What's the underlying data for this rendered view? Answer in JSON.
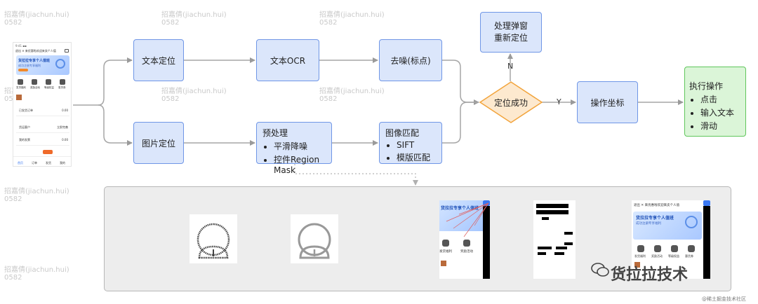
{
  "watermark": {
    "line1": "招嘉倩(jiachun.hui)",
    "line2": "0582"
  },
  "nodes": {
    "text_locate": "文本定位",
    "text_ocr": "文本OCR",
    "denoise": "去噪(标点)",
    "image_locate": "图片定位",
    "preprocess": {
      "title": "预处理",
      "items": [
        "平滑降噪",
        "控件Region Mask"
      ]
    },
    "image_match": {
      "title": "图像匹配",
      "items": [
        "SIFT",
        "模版匹配"
      ]
    },
    "popup": {
      "line1": "处理弹窗",
      "line2": "重新定位"
    },
    "decision": "定位成功",
    "coords": "操作坐标",
    "execute": {
      "title": "执行操作",
      "items": [
        "点击",
        "输入文本",
        "滑动"
      ]
    }
  },
  "edge_labels": {
    "no": "N",
    "yes": "Y"
  },
  "phone": {
    "header": "退出  ✕  来优惠啦欢迎来卖个人值",
    "banner_title": "货拉拉专享个人值班",
    "banner_sub": "成功注册专享福利",
    "icons": [
      "发货福利",
      "奖励活动",
      "等级权益",
      "惠货券"
    ],
    "rows": [
      {
        "label": "已发货订单",
        "value": "0.00"
      },
      {
        "label": "货运客户",
        "value": "立即完善"
      },
      {
        "label": "我的发票",
        "value": "0.00"
      }
    ],
    "tabs": [
      "首页",
      "订单",
      "发货",
      "我的"
    ]
  },
  "brand": "货拉拉技术",
  "source": "@稀土掘金技术社区"
}
